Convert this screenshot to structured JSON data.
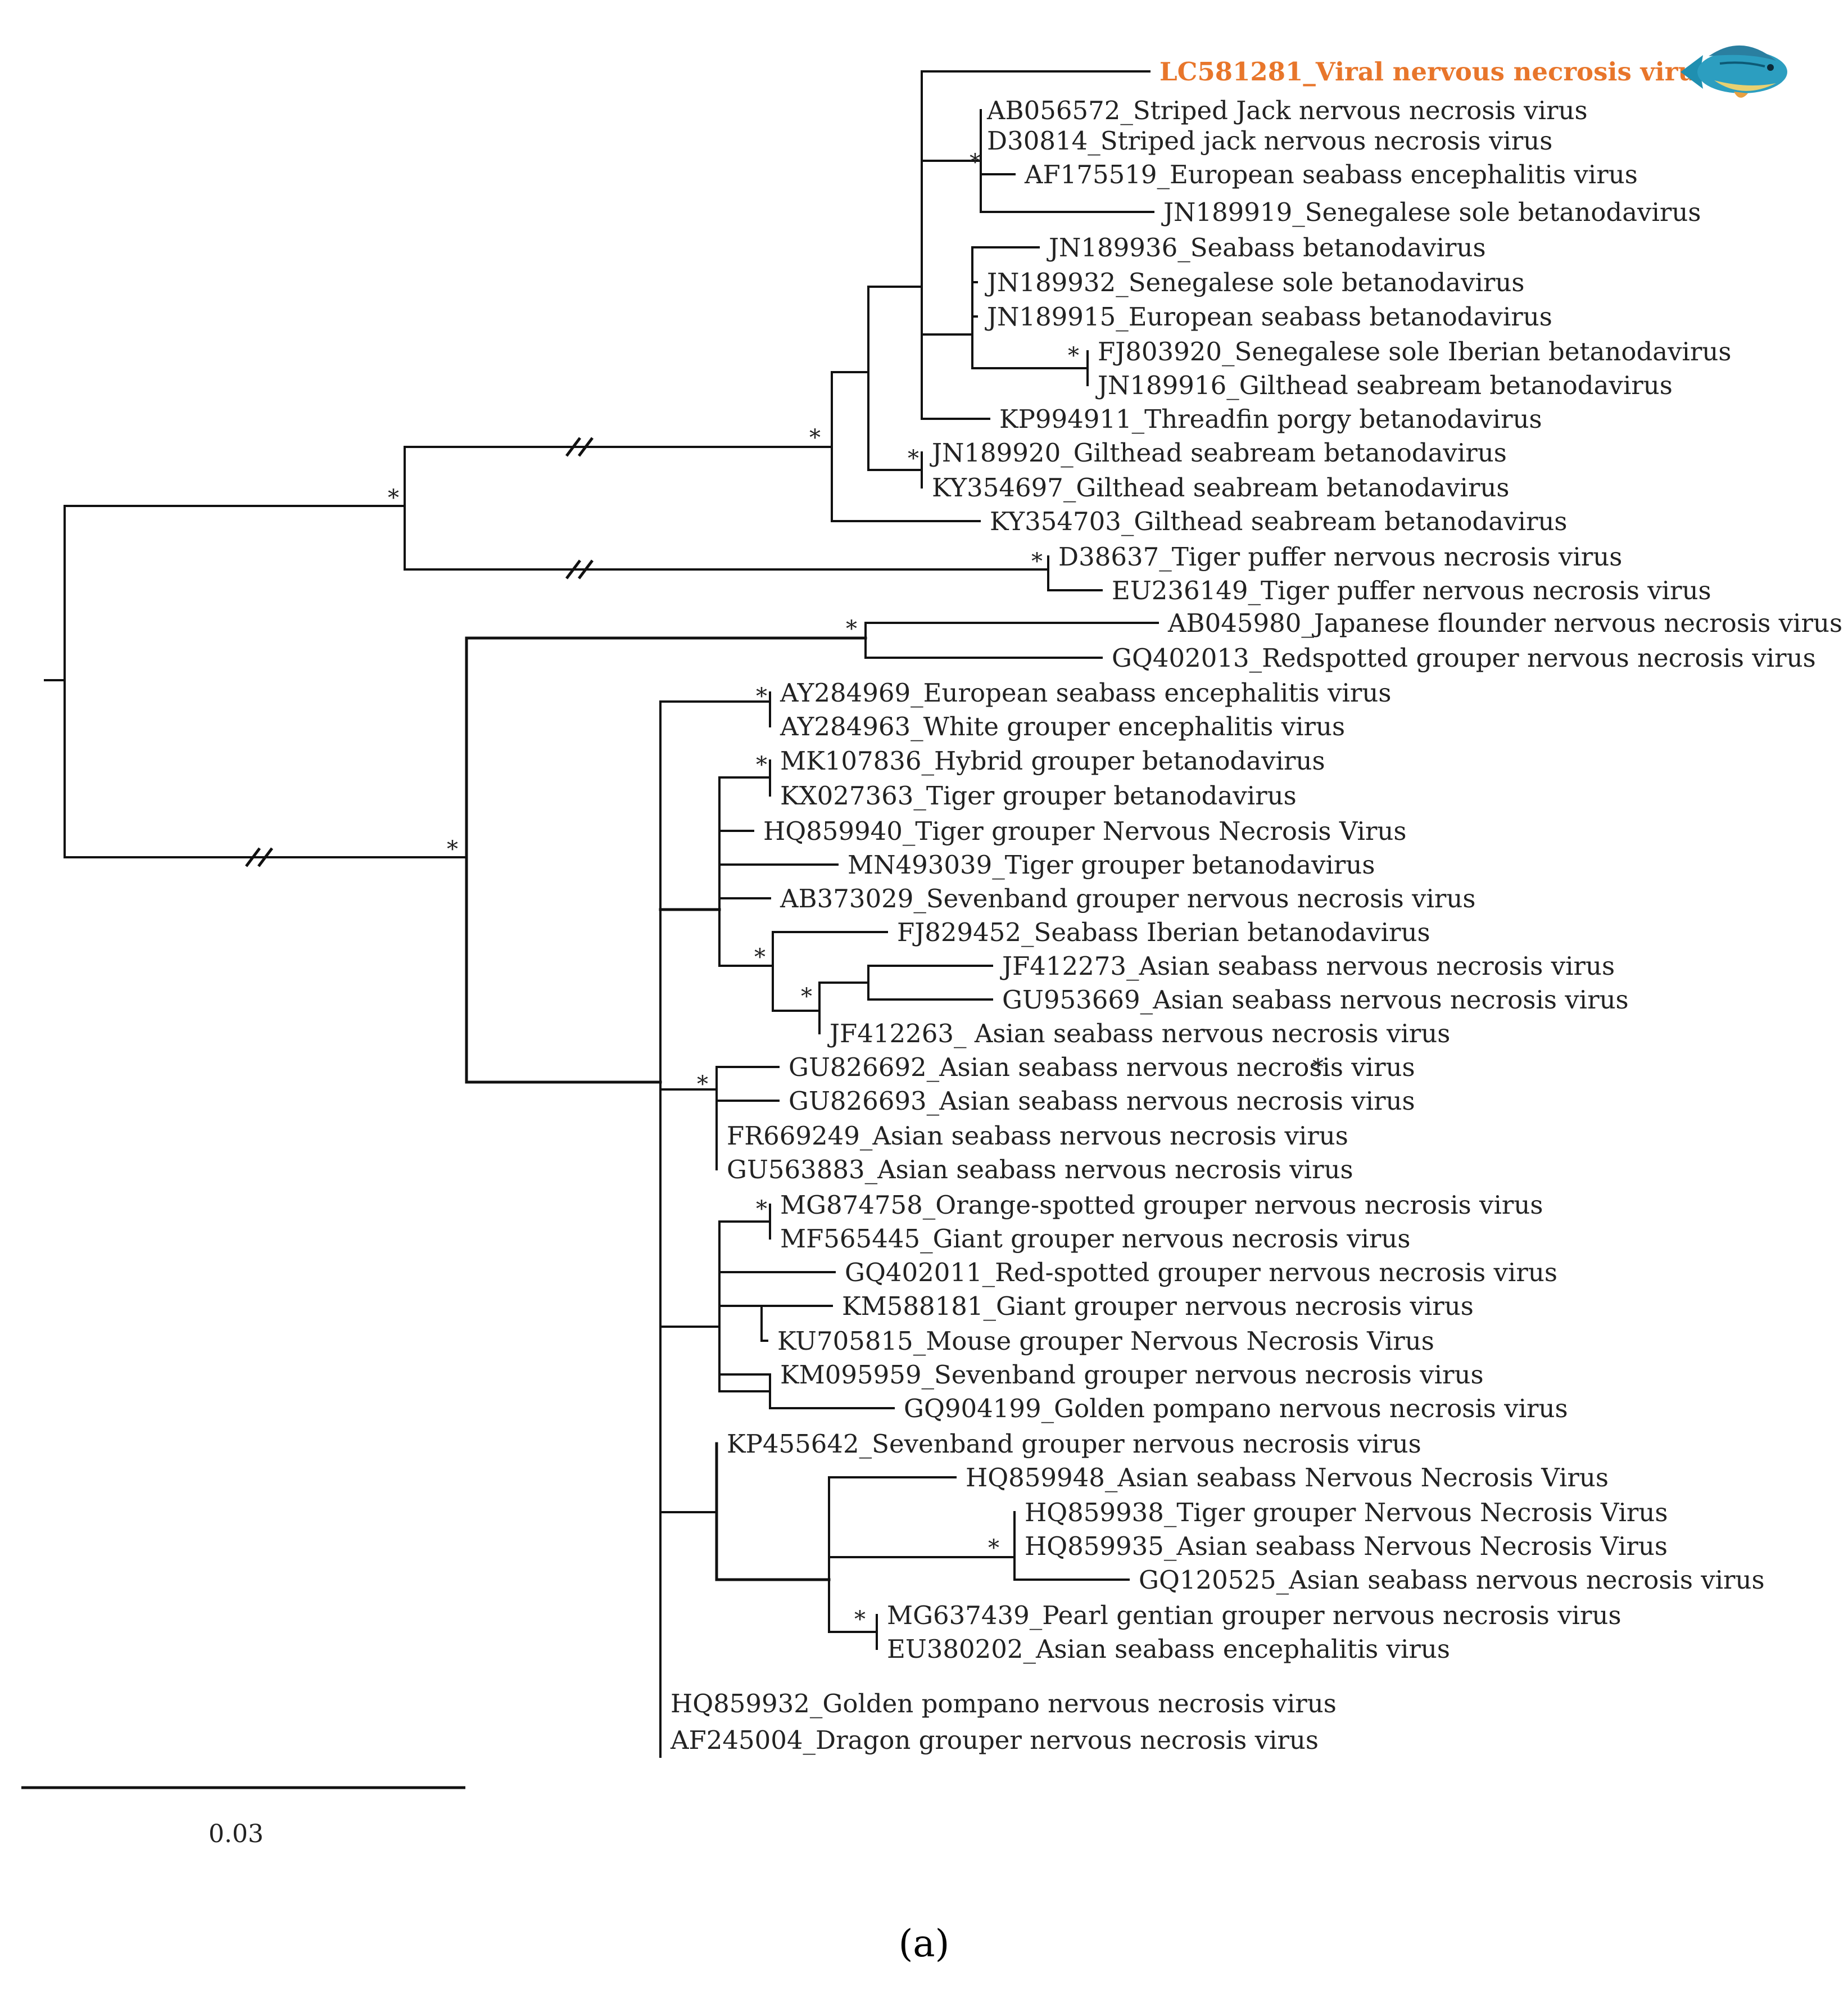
{
  "figure": {
    "panel_label": "(a)",
    "scale_label": "0.03",
    "highlight_color": "#e8762b",
    "line_color": "#111111",
    "fish_icon": "fish-icon"
  },
  "leaves": [
    {
      "id": "L1",
      "label": "LC581281_Viral nervous necrosis virus",
      "highlight": true
    },
    {
      "id": "L2",
      "label": "AB056572_Striped Jack nervous necrosis virus"
    },
    {
      "id": "L3",
      "label": "D30814_Striped jack nervous necrosis virus"
    },
    {
      "id": "L4",
      "label": "AF175519_European  seabass encephalitis virus"
    },
    {
      "id": "L5",
      "label": "JN189919_Senegalese sole betanodavirus"
    },
    {
      "id": "L6",
      "label": "JN189936_Seabass betanodavirus"
    },
    {
      "id": "L7",
      "label": "JN189932_Senegalese sole betanodavirus"
    },
    {
      "id": "L8",
      "label": "JN189915_European seabass betanodavirus"
    },
    {
      "id": "L9",
      "label": "FJ803920_Senegalese sole Iberian betanodavirus"
    },
    {
      "id": "L10",
      "label": "JN189916_Gilthead seabream betanodavirus"
    },
    {
      "id": "L11",
      "label": "KP994911_Threadfin porgy betanodavirus"
    },
    {
      "id": "L12",
      "label": "JN189920_Gilthead seabream betanodavirus"
    },
    {
      "id": "L13",
      "label": "KY354697_Gilthead seabream betanodavirus"
    },
    {
      "id": "L14",
      "label": "KY354703_Gilthead seabream betanodavirus"
    },
    {
      "id": "L15",
      "label": "D38637_Tiger puffer nervous necrosis virus"
    },
    {
      "id": "L16",
      "label": "EU236149_Tiger puffer nervous necrosis virus"
    },
    {
      "id": "L17",
      "label": "AB045980_Japanese flounder nervous necrosis virus"
    },
    {
      "id": "L18",
      "label": "GQ402013_Redspotted grouper nervous necrosis virus"
    },
    {
      "id": "L19",
      "label": "AY284969_European seabass encephalitis virus"
    },
    {
      "id": "L20",
      "label": "AY284963_White grouper encephalitis virus"
    },
    {
      "id": "L21",
      "label": "MK107836_Hybrid grouper betanodavirus"
    },
    {
      "id": "L22",
      "label": "KX027363_Tiger grouper betanodavirus"
    },
    {
      "id": "L23",
      "label": "HQ859940_Tiger grouper Nervous Necrosis Virus"
    },
    {
      "id": "L24",
      "label": "MN493039_Tiger grouper betanodavirus"
    },
    {
      "id": "L25",
      "label": "AB373029_Sevenband grouper nervous necrosis virus"
    },
    {
      "id": "L26",
      "label": "FJ829452_Seabass Iberian betanodavirus"
    },
    {
      "id": "L27",
      "label": "JF412273_Asian seabass nervous necrosis virus"
    },
    {
      "id": "L28",
      "label": "GU953669_Asian seabass nervous necrosis virus"
    },
    {
      "id": "L29",
      "label": "JF412263_ Asian seabass nervous necrosis virus"
    },
    {
      "id": "L30",
      "label": "GU826692_Asian seabass nervous necrosis virus"
    },
    {
      "id": "L31",
      "label": "GU826693_Asian seabass nervous necrosis virus"
    },
    {
      "id": "L32",
      "label": "FR669249_Asian seabass nervous necrosis virus"
    },
    {
      "id": "L33",
      "label": "GU563883_Asian seabass nervous necrosis virus"
    },
    {
      "id": "L34",
      "label": "MG874758_Orange-spotted grouper nervous necrosis virus"
    },
    {
      "id": "L35",
      "label": "MF565445_Giant grouper nervous necrosis virus"
    },
    {
      "id": "L36",
      "label": "GQ402011_Red-spotted grouper nervous necrosis virus"
    },
    {
      "id": "L37",
      "label": "KM588181_Giant grouper nervous necrosis virus"
    },
    {
      "id": "L38",
      "label": "KU705815_Mouse grouper Nervous Necrosis Virus"
    },
    {
      "id": "L39",
      "label": "KM095959_Sevenband grouper nervous necrosis virus"
    },
    {
      "id": "L40",
      "label": "GQ904199_Golden pompano nervous necrosis virus"
    },
    {
      "id": "L41",
      "label": "KP455642_Sevenband grouper nervous necrosis virus"
    },
    {
      "id": "L42",
      "label": "HQ859948_Asian seabass Nervous Necrosis Virus"
    },
    {
      "id": "L43",
      "label": "HQ859938_Tiger grouper Nervous Necrosis Virus"
    },
    {
      "id": "L44",
      "label": "HQ859935_Asian seabass Nervous Necrosis Virus"
    },
    {
      "id": "L45",
      "label": "GQ120525_Asian seabass nervous necrosis virus"
    },
    {
      "id": "L46",
      "label": "MG637439_Pearl gentian grouper nervous necrosis virus"
    },
    {
      "id": "L47",
      "label": "EU380202_Asian seabass encephalitis virus"
    },
    {
      "id": "L48",
      "label": "HQ859932_Golden pompano nervous necrosis virus"
    },
    {
      "id": "L49",
      "label": "AF245004_Dragon grouper nervous necrosis virus"
    }
  ],
  "support_mark": "*"
}
